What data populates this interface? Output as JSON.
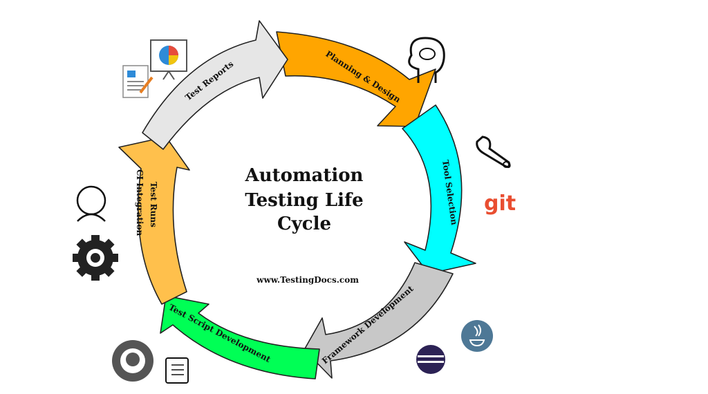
{
  "title": {
    "line1": "Automation",
    "line2": "Testing Life",
    "line3": "Cycle"
  },
  "website": "www.TestingDocs.com",
  "stages": [
    {
      "label": "Planning & Design",
      "color": "#FFA500"
    },
    {
      "label": "Tool Selection",
      "color": "#00FFFF"
    },
    {
      "label": "Framework Development",
      "color": "#C8C8C8"
    },
    {
      "label": "Test Script Development",
      "color": "#00FF55"
    },
    {
      "label_line1": "Test Runs",
      "label_line2": "CI Integration",
      "color": "#FFC04C"
    },
    {
      "label": "Test Reports",
      "color": "#E6E6E6"
    }
  ],
  "icons": {
    "git_text": "git"
  }
}
